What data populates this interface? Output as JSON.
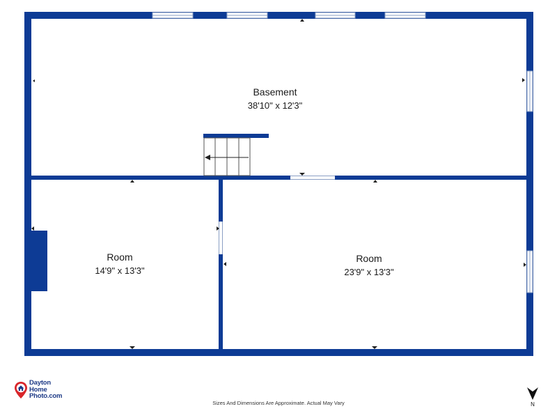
{
  "colors": {
    "wall": "#0d3b95",
    "window_fill": "#ffffff",
    "window_line": "#8a9fc4",
    "background": "#ffffff",
    "logo_red": "#d9262b",
    "logo_blue": "#1d3a86"
  },
  "rooms": [
    {
      "id": "basement",
      "name": "Basement",
      "dimensions": "38'10\" x 12'3\""
    },
    {
      "id": "room-left",
      "name": "Room",
      "dimensions": "14'9\" x 13'3\""
    },
    {
      "id": "room-right",
      "name": "Room",
      "dimensions": "23'9\" x 13'3\""
    }
  ],
  "footer": {
    "disclaimer": "Sizes And Dimensions Are Approximate. Actual May Vary",
    "north_label": "N"
  },
  "logo": {
    "line1": "Dayton",
    "line2": "Home",
    "line3": "Photo.com",
    "icon": "house-pin-icon"
  },
  "icons": {
    "north": "north-arrow-icon",
    "stairs": "stairs-icon"
  }
}
